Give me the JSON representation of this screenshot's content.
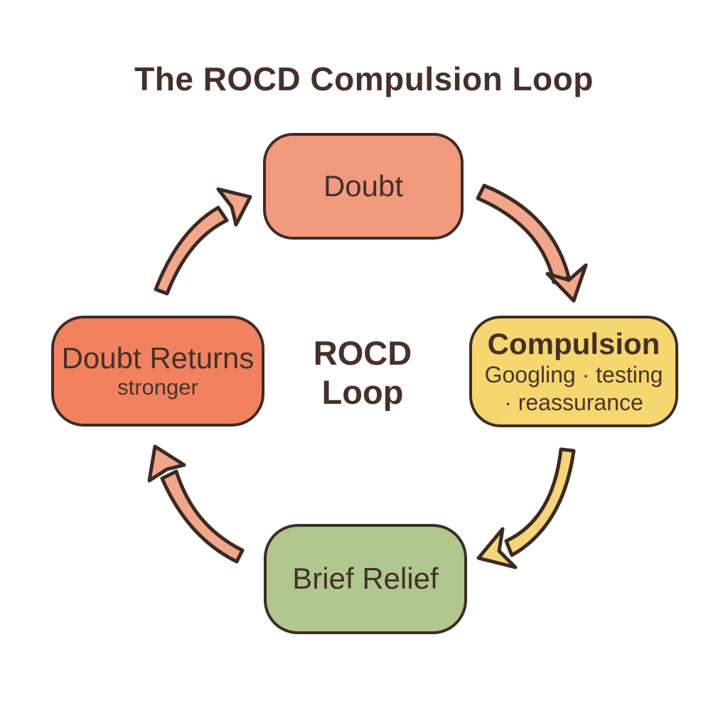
{
  "title": "The ROCD Compulsion Loop",
  "center_label": {
    "line1": "ROCD",
    "line2": "Loop"
  },
  "nodes": {
    "doubt": {
      "label": "Doubt",
      "fill": "#f29a7e"
    },
    "compulsion": {
      "label": "Compulsion",
      "sub_line1": "Googling · testing",
      "sub_line2": "· reassurance",
      "fill": "#f6d76f"
    },
    "brief_relief": {
      "label": "Brief Relief",
      "fill": "#b0c78e"
    },
    "doubt_returns": {
      "label": "Doubt Returns",
      "sub_line1": "stronger",
      "fill": "#f2825f"
    }
  },
  "colors": {
    "background": "#ffffff",
    "outline": "#3e2c24",
    "title_text": "#473029",
    "body_text": "#4a322a",
    "arrow_salmon": "#f3a78a",
    "arrow_yellow": "#f5d578"
  },
  "arrows": {
    "doubt_to_compulsion": "clockwise arrow, top-right",
    "compulsion_to_brief_relief": "clockwise arrow, bottom-right",
    "brief_relief_to_doubt_returns": "clockwise arrow, bottom-left",
    "doubt_returns_to_doubt": "clockwise arrow, top-left"
  }
}
